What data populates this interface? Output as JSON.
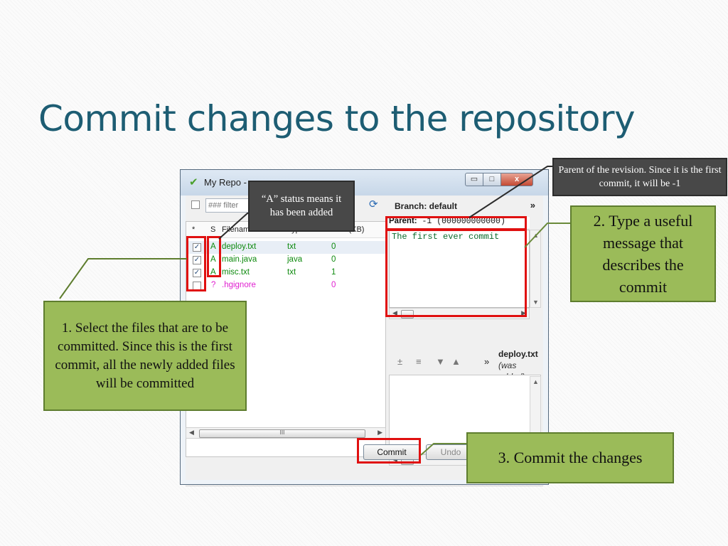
{
  "slide": {
    "title": "Commit changes to the repository"
  },
  "window": {
    "title": "My Repo - ",
    "controls": {
      "minimize": "▭",
      "maximize": "□",
      "close": "x"
    }
  },
  "toolbar": {
    "filter_placeholder": "### filter"
  },
  "file_list": {
    "headers": [
      "*",
      "S",
      "Filename",
      "Type",
      "Size (KB)"
    ],
    "rows": [
      {
        "checked": "✓",
        "status": "A",
        "filename": "deploy.txt",
        "type": "txt",
        "size": "0"
      },
      {
        "checked": "✓",
        "status": "A",
        "filename": "main.java",
        "type": "java",
        "size": "0"
      },
      {
        "checked": "✓",
        "status": "A",
        "filename": "misc.txt",
        "type": "txt",
        "size": "1"
      },
      {
        "checked": "",
        "status": "?",
        "filename": ".hgignore",
        "type": "",
        "size": "0"
      }
    ],
    "scroll_thumb": "III"
  },
  "right_pane": {
    "branch_label": "Branch: default",
    "more_label": "»",
    "parent_label": "Parent:",
    "parent_value": "-1 (000000000000)",
    "commit_message": "The first ever commit",
    "diff_file_name": "deploy.txt",
    "diff_file_note_1": "(was",
    "diff_file_note_2": "added)",
    "diff_more": "»"
  },
  "buttons": {
    "commit": "Commit",
    "undo": "Undo"
  },
  "callouts": {
    "status_note": "“A” status means it has been added",
    "parent_note": "Parent of the revision. Since it is the first commit, it will be -1",
    "step1": "1. Select the files that are to be committed. Since this is the first commit, all the newly added files will be committed",
    "step2": "2. Type a useful message that describes the commit",
    "step3": "3. Commit the changes"
  },
  "colors": {
    "title": "#1d5d73",
    "callout_green": "#9bbb59",
    "callout_dark": "#484848",
    "highlight_red": "#e01010",
    "added_green": "#0e8a0e",
    "untracked_magenta": "#e020d0"
  }
}
